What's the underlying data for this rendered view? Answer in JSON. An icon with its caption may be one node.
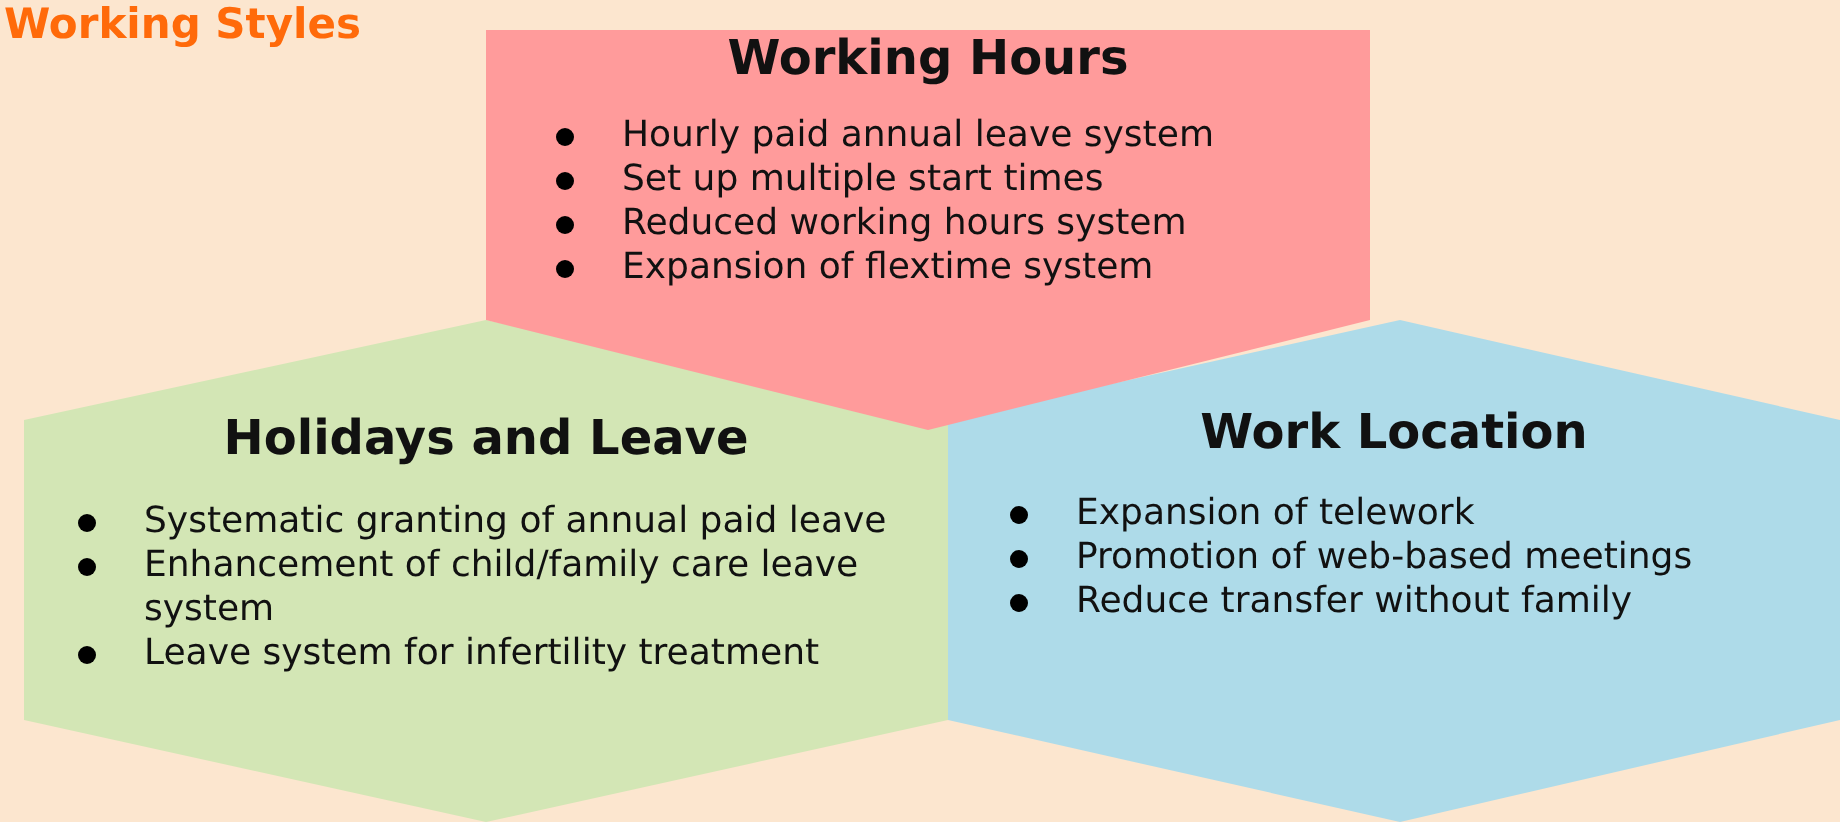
{
  "diagram": {
    "title": "Working Styles",
    "nodes": [
      {
        "text": [
          "Working Hours",
          "Hourly paid annual leave system",
          "Set up multiple start times",
          "Reduced working hours system",
          "Expansion of flextime system"
        ]
      },
      {
        "text": [
          "Holidays and Leave",
          "Systematic granting of annual paid leave",
          "Enhancement of child/family care leave system",
          "Leave system for infertility treatment"
        ]
      },
      {
        "text": [
          "Work Location",
          "Expansion of telework",
          "Promotion of web-based meetings",
          "Reduce transfer without family"
        ]
      }
    ]
  }
}
